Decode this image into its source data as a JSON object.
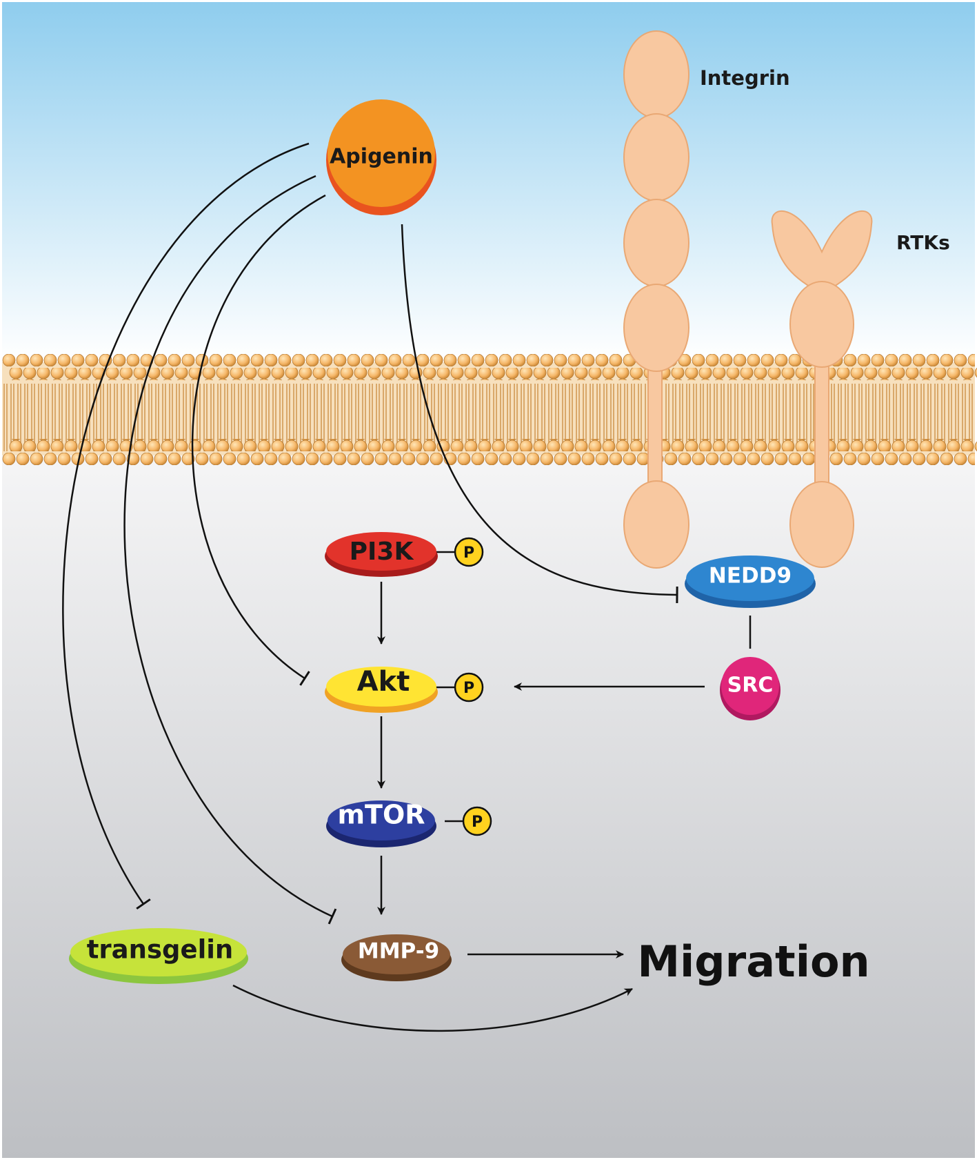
{
  "nodes": {
    "apigenin": "Apigenin",
    "integrin": "Integrin",
    "rtks": "RTKs",
    "pi3k": "PI3K",
    "akt": "Akt",
    "mtor": "mTOR",
    "nedd9": "NEDD9",
    "src": "SRC",
    "mmp9": "MMP-9",
    "transgelin": "transgelin",
    "migration": "Migration"
  },
  "phospho": {
    "pi3k": "P",
    "akt": "P",
    "mtor": "P"
  },
  "edges": [
    {
      "from": "Apigenin",
      "to": "transgelin",
      "type": "inhibition"
    },
    {
      "from": "Apigenin",
      "to": "MMP-9",
      "type": "inhibition"
    },
    {
      "from": "Apigenin",
      "to": "Akt",
      "type": "inhibition"
    },
    {
      "from": "Apigenin",
      "to": "NEDD9",
      "type": "inhibition"
    },
    {
      "from": "PI3K",
      "to": "Akt",
      "type": "activation"
    },
    {
      "from": "Akt",
      "to": "mTOR",
      "type": "activation"
    },
    {
      "from": "mTOR",
      "to": "MMP-9",
      "type": "activation"
    },
    {
      "from": "NEDD9",
      "to": "SRC",
      "type": "association"
    },
    {
      "from": "SRC",
      "to": "Akt",
      "type": "activation"
    },
    {
      "from": "MMP-9",
      "to": "Migration",
      "type": "activation"
    },
    {
      "from": "transgelin",
      "to": "Migration",
      "type": "activation"
    }
  ],
  "colors": {
    "apigenin": "#f39322",
    "pi3k": "#e2332b",
    "akt": "#ffe433",
    "mtor": "#2d3fa0",
    "nedd9": "#2e86d0",
    "src": "#e0267a",
    "mmp9": "#8a5a36",
    "transgelin": "#c6e33a",
    "receptor": "#f8c8a0",
    "phospho": "#ffd21f"
  }
}
